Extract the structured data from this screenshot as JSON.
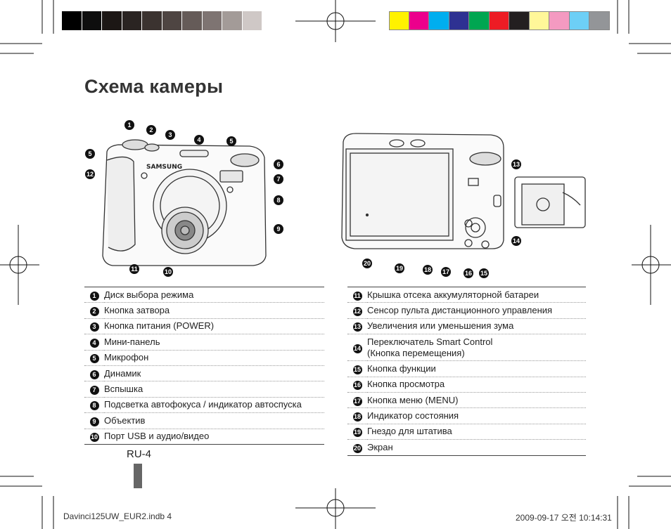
{
  "print_marks": {
    "left_swatches": [
      "#000000",
      "#0e0e0e",
      "#1c1715",
      "#2a2422",
      "#3b3330",
      "#4e4542",
      "#655b58",
      "#7e7472",
      "#a39b98",
      "#cfc8c6",
      "#ffffff"
    ],
    "right_swatches": [
      "#fff200",
      "#ec008c",
      "#00aeef",
      "#2e3192",
      "#00a651",
      "#ed1c24",
      "#231f20",
      "#fff799",
      "#f49ac1",
      "#6dcff6",
      "#939598"
    ]
  },
  "page_title": "Схема камеры",
  "front_callouts": [
    "1",
    "2",
    "3",
    "4",
    "5",
    "5",
    "6",
    "7",
    "8",
    "9",
    "10",
    "11",
    "12"
  ],
  "back_callouts": [
    "13",
    "14",
    "15",
    "16",
    "17",
    "18",
    "19",
    "20"
  ],
  "camera_brand": "SAMSUNG",
  "legend_left": [
    {
      "num": "1",
      "text": "Диск выбора режима"
    },
    {
      "num": "2",
      "text": "Кнопка затвора"
    },
    {
      "num": "3",
      "text": "Кнопка питания (POWER)"
    },
    {
      "num": "4",
      "text": "Мини-панель"
    },
    {
      "num": "5",
      "text": "Микрофон"
    },
    {
      "num": "6",
      "text": "Динамик"
    },
    {
      "num": "7",
      "text": "Вспышка"
    },
    {
      "num": "8",
      "text": "Подсветка автофокуса / индикатор автоспуска"
    },
    {
      "num": "9",
      "text": "Объектив"
    },
    {
      "num": "10",
      "text": "Порт USB и аудио/видео"
    }
  ],
  "legend_right": [
    {
      "num": "11",
      "text": "Крышка отсека аккумуляторной батареи"
    },
    {
      "num": "12",
      "text": "Сенсор пульта дистанционного управления"
    },
    {
      "num": "13",
      "text": "Увеличения или уменьшения зума"
    },
    {
      "num": "14",
      "text": "Переключатель Smart Control",
      "text2": "(Кнопка перемещения)"
    },
    {
      "num": "15",
      "text": "Кнопка функции"
    },
    {
      "num": "16",
      "text": "Кнопка просмотра"
    },
    {
      "num": "17",
      "text": "Кнопка меню (MENU)"
    },
    {
      "num": "18",
      "text": "Индикатор состояния"
    },
    {
      "num": "19",
      "text": "Гнездо для штатива"
    },
    {
      "num": "20",
      "text": "Экран"
    }
  ],
  "page_number": "RU-4",
  "footer": {
    "file": "Davinci125UW_EUR2.indb   4",
    "date": "2009-09-17   오전 10:14:31"
  }
}
